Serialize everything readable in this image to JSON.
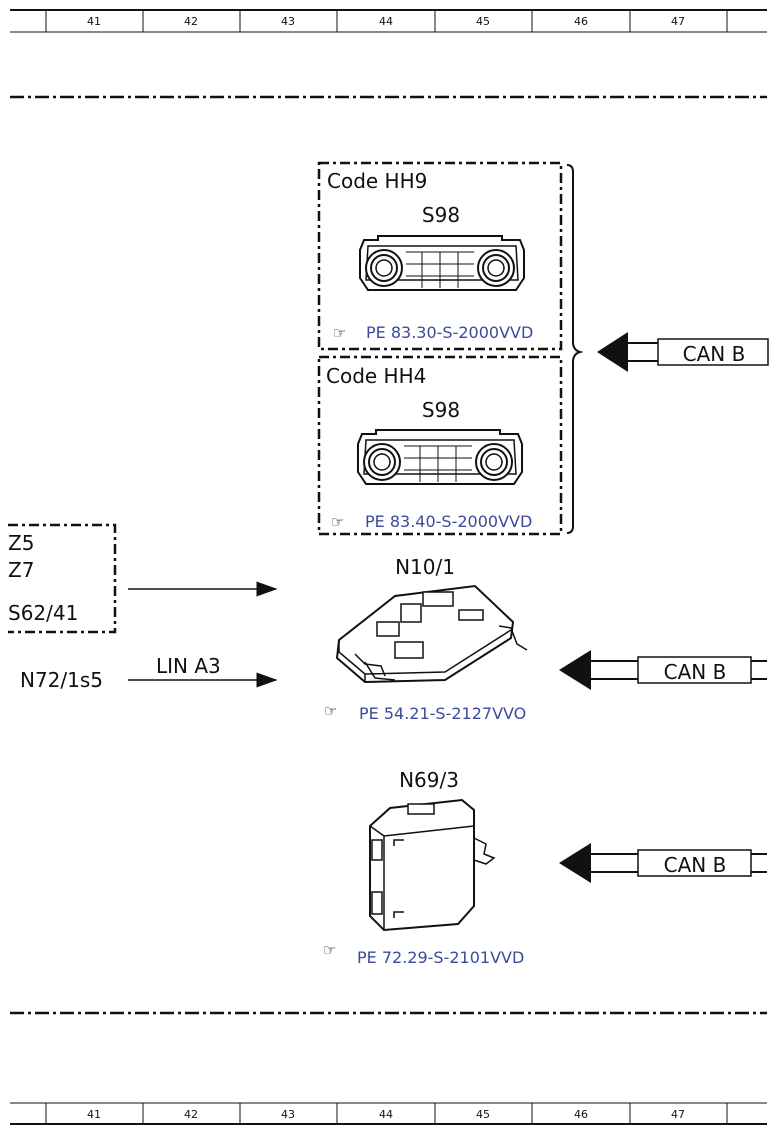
{
  "ruler": {
    "columns": [
      "41",
      "42",
      "43",
      "44",
      "45",
      "46",
      "47"
    ]
  },
  "code_groups": [
    {
      "code_label": "Code HH9",
      "component": "S98",
      "ref": "PE 83.30-S-2000VVD"
    },
    {
      "code_label": "Code HH4",
      "component": "S98",
      "ref": "PE 83.40-S-2000VVD"
    }
  ],
  "left_group": {
    "items": [
      "Z5",
      "Z7",
      "S62/41"
    ]
  },
  "lin_signal": {
    "source": "N72/1s5",
    "bus": "LIN A3"
  },
  "modules": [
    {
      "name": "N10/1",
      "ref": "PE 54.21-S-2127VVO"
    },
    {
      "name": "N69/3",
      "ref": "PE 72.29-S-2101VVD"
    }
  ],
  "can_buses": [
    "CAN B",
    "CAN B",
    "CAN B"
  ],
  "colors": {
    "link": "#3b4a9a",
    "line": "#111111"
  }
}
